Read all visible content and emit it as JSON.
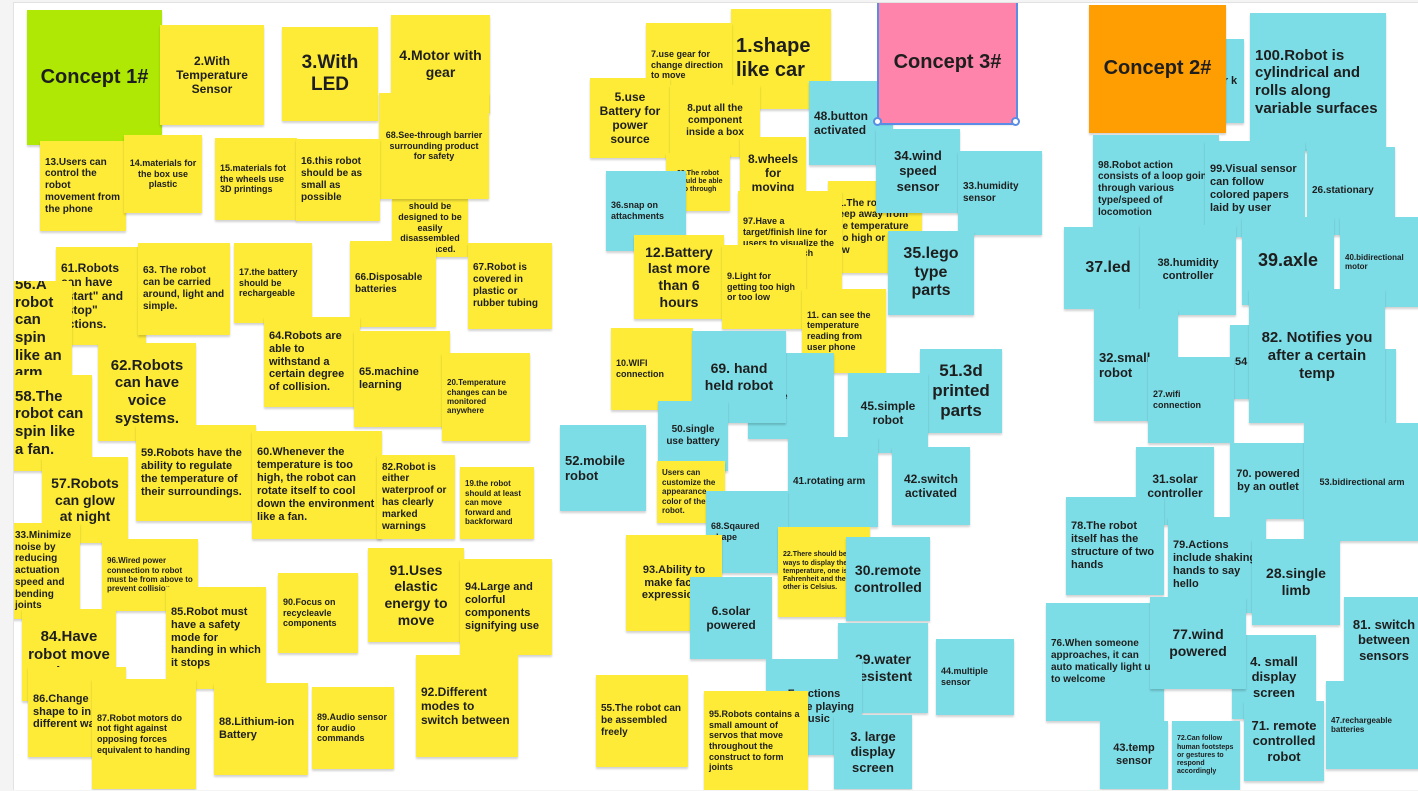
{
  "board": {
    "colors": {
      "yellow": "#fdeb38",
      "cyan": "#7ddde7",
      "green": "#aee804",
      "pink": "#fe84ab",
      "orange": "#ff9e02",
      "selection": "#5a8de6"
    },
    "notes": {
      "concept1": "Concept 1#",
      "concept3": "Concept 3#",
      "concept2": "Concept 2#",
      "n2": "2.With Temperature Sensor",
      "n3": "3.With LED",
      "n4": "4.Motor with gear",
      "n68": "68.See-through barrier surrounding product for safety",
      "n13": "13.Users can control the robot movement from the phone",
      "n14": "14.materials for the box use plastic",
      "n15": "15.materials fot the wheels use 3D printings",
      "n16": "16.this robot should be as small as possible",
      "n_disassembled": "should be designed to be easily disassembled or replaced.",
      "n61": "61.Robots can have \"start\" and \"stop\" actions.",
      "n63": "63. The robot can be carried around, light and simple.",
      "n17": "17.the battery should be rechargeable",
      "n66": "66.Disposable batteries",
      "n67": "67.Robot is covered in plastic or rubber tubing",
      "n56": "56.A robot can spin like an arm",
      "n64": "64.Robots are able to withstand a certain degree of collision.",
      "n62": "62.Robots can have voice systems.",
      "n65": "65.machine learning",
      "n20": "20.Temperature changes can be monitored anywhere",
      "n58": "58.The robot can spin like a fan.",
      "n59": "59.Robots have the ability to regulate the temperature of their surroundings.",
      "n60": "60.Whenever the temperature is too high, the robot can rotate itself to cool down the environment like a fan.",
      "n82": "82.Robot is either waterproof or has clearly marked warnings",
      "n19": "19.the robot should at least can move forward and backforward",
      "n57": "57.Robots can glow at night",
      "n33": "33.Minimize noise by reducing actuation speed and bending joints",
      "n96": "96.Wired power connection to robot must be from above to prevent collision",
      "n91": "91.Uses elastic energy to move",
      "n90": "90.Focus on recycleavle components",
      "n94": "94.Large and colorful components signifying use",
      "n84": "84.Have robot move in a",
      "n85": "85.Robot must have a safety mode for handing in which it stops",
      "n86": "86.Change shape to in different way",
      "n87": "87.Robot motors do not fight against opposing forces equivalent to handing",
      "n88": "88.Lithium-ion Battery",
      "n89": "89.Audio sensor for audio commands",
      "n92": "92.Different modes to switch between",
      "n7": "7.use gear for change direction to move",
      "n1": "1.shape like car",
      "n5": "5.use Battery for power source",
      "n_component": "8.put all the component inside a box",
      "n48": "48.button activated",
      "n8": "8.wheels for moving",
      "n23": "23.The robot should be able go through",
      "n36": "36.snap on attachments",
      "n97": "97.Have a target/finish line for users to visualize the \"progress\" each technique",
      "n_away": "11.The robot can keep away from the temperature too high or too low",
      "n34": "34.wind speed sensor",
      "n33b": "33.humidity sensor",
      "n35": "35.lego type parts",
      "n12": "12.Battery last more than 6 hours",
      "n9": "9.Light for getting too high or too low",
      "n11": "11. can see the temperature reading from user phone",
      "n10": "10.WIFI connection",
      "n69": "69. hand held robot",
      "n_multiple": "multiple",
      "n51": "51.3d printed parts",
      "n45": "45.simple robot",
      "n50": "50.single use battery",
      "n52": "52.mobile robot",
      "n41": "41.rotating arm",
      "n42": "42.switch activated",
      "n_customize": "Users can customize the appearance color of the robot.",
      "n68b": "68.Sqaured shape",
      "n22": "22.There should be two ways to display the temperature, one is Fahrenheit and the other is Celsius.",
      "n93": "93.Ability to make facial expressions",
      "n30": "30.remote controlled",
      "n_solar": "6.solar powered",
      "n29": "29.water resistent",
      "n44": "44.multiple sensor",
      "n_music": "Functions include playing music",
      "n55": "55.The robot can be assembled freely",
      "n95": "95.Robots contains a small amount of servos that move throughout the construct to form joints",
      "n_large": "3. large display screen",
      "n_motor_back": "or k",
      "n100": "100.Robot is cylindrical and rolls along variable surfaces",
      "n98": "98.Robot action consists of a loop going through various type/speed of locomotion",
      "n99": "99.Visual sensor can follow colored papers laid by user",
      "n26": "26.stationary",
      "n37": "37.led",
      "n38": "38.humidity controller",
      "n39": "39.axle",
      "n40": "40.bidirectional motor",
      "n32": "32.small robot",
      "n54": "54",
      "n82b": "82. Notifies you after a certain temp",
      "n27": "27.wifi connection",
      "n31": "31.solar controller",
      "n70": "70. powered by an outlet",
      "n53": "53.bidirectional arm",
      "n78": "78.The robot itself has the structure of two hands",
      "n79": "79.Actions include shaking hands to say hello",
      "n28": "28.single limb",
      "n76": "76.When someone approaches, it can auto matically light up to welcome",
      "n77": "77.wind powered",
      "n_small": "4. small display screen",
      "n81": "81. switch between sensors",
      "n47": "47.rechargeable batteries",
      "n43": "43.temp sensor",
      "n72": "72.Can follow human footsteps or gestures to respond accordingly",
      "n71": "71. remote controlled robot"
    }
  }
}
